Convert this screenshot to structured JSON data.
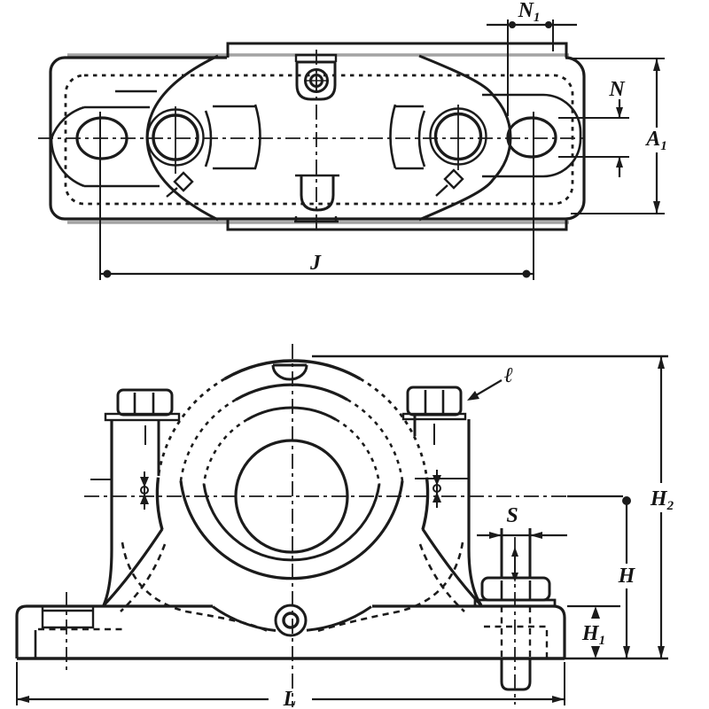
{
  "figure": {
    "kind": "engineering-drawing",
    "subject": "pillow-block-bearing-housing-two-views",
    "background": "#ffffff",
    "ink_color": "#1b1b1b",
    "shadow_color": "#a3a3a3"
  },
  "top_view": {
    "labels": {
      "N1": {
        "main": "N",
        "sub": "1"
      },
      "N": {
        "main": "N",
        "sub": ""
      },
      "A1": {
        "main": "A",
        "sub": "1"
      },
      "J": {
        "main": "J",
        "sub": ""
      }
    }
  },
  "front_view": {
    "labels": {
      "l": {
        "main": "ℓ",
        "sub": ""
      },
      "S": {
        "main": "S",
        "sub": ""
      },
      "H2": {
        "main": "H",
        "sub": "2"
      },
      "H": {
        "main": "H",
        "sub": ""
      },
      "H1": {
        "main": "H",
        "sub": "1"
      },
      "L": {
        "main": "L",
        "sub": ""
      }
    }
  }
}
